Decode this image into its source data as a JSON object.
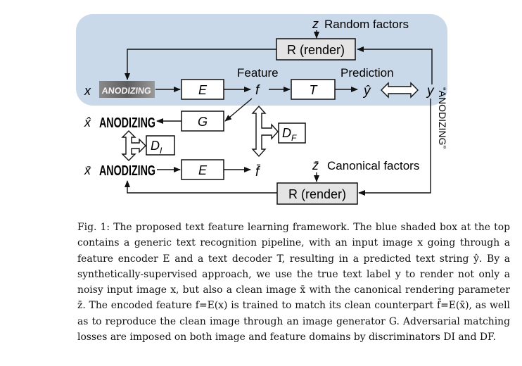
{
  "figure": {
    "pipeline_box_color": "#c9d9ea",
    "labels": {
      "z": "z",
      "random_factors": "Random factors",
      "render_top": "R (render)",
      "x": "x",
      "input_word": "ANODIZING",
      "encoder_top": "E",
      "feature": "Feature",
      "f": "f",
      "decoder": "T",
      "prediction": "Prediction",
      "y_hat": "ŷ",
      "y": "y",
      "true_label": "“ANODIZING”",
      "x_hat": "x̂",
      "generated_word": "ANODIZING",
      "generator": "G",
      "disc_feature": "D",
      "disc_feature_sub": "F",
      "disc_image": "D",
      "disc_image_sub": "I",
      "x_bar": "x̄",
      "clean_word": "ANODIZING",
      "encoder_bottom": "E",
      "f_bar": "f̄",
      "z_bar": "z̄",
      "canonical_factors": "Canonical factors",
      "render_bottom": "R (render)"
    }
  },
  "caption": {
    "label": "Fig. 1:",
    "text": "The proposed text feature learning framework. The blue shaded box at the top contains a generic text recognition pipeline, with an input image x going through a feature encoder E and a text decoder T, resulting in a predicted text string ŷ. By a synthetically-supervised approach, we use the true text label y to render not only a noisy input image x, but also a clean image x̄ with the canonical rendering parameter z̄. The encoded feature f=E(x) is trained to match its clean counterpart f̄=E(x̄), as well as to reproduce the clean image through an image generator G. Adversarial matching losses are imposed on both image and feature domains by discriminators DI and DF."
  }
}
